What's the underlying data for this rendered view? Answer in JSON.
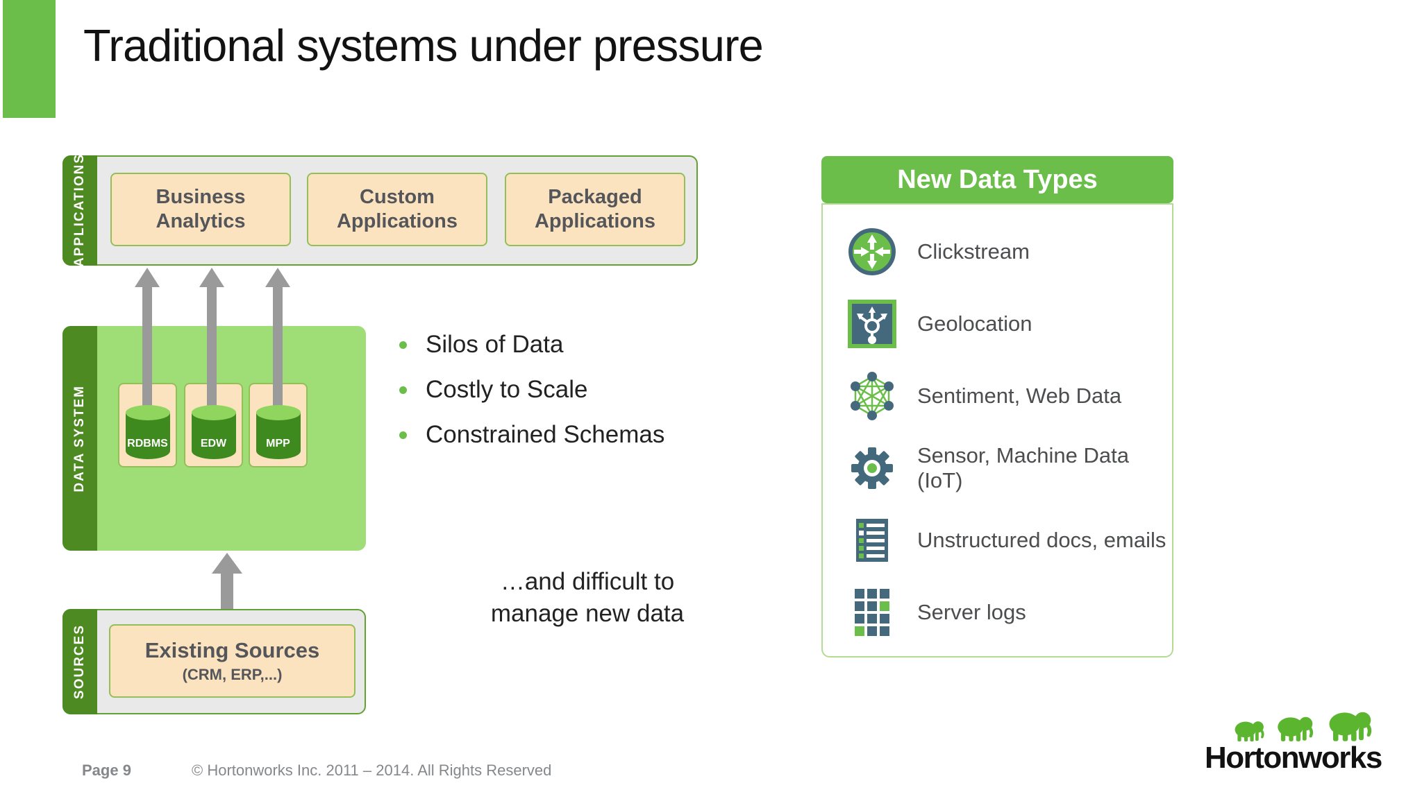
{
  "slide": {
    "title": "Traditional systems under pressure",
    "footer": {
      "page_label": "Page 9",
      "copyright": "© Hortonworks Inc. 2011 – 2014. All Rights Reserved"
    },
    "logo_text": "Hortonworks"
  },
  "colors": {
    "accent_green": "#6CBE4B",
    "dark_green": "#4E8A22",
    "light_green": "#9FDD76",
    "panel_border_green": "#B2DB93",
    "box_border_green": "#94BE58",
    "container_border_green": "#61A233",
    "cream": "#FCE3C0",
    "container_gray": "#E9E9E9",
    "arrow_gray": "#9A9A9A",
    "slate": "#44697C",
    "cylinder_dark": "#3E8A1E",
    "cylinder_light": "#8FD55E",
    "text_dark": "#55565A",
    "footer_gray": "#85878A"
  },
  "stack": {
    "applications": {
      "label": "APPLICATIONS",
      "boxes": [
        "Business Analytics",
        "Custom Applications",
        "Packaged Applications"
      ]
    },
    "data_system": {
      "label": "DATA SYSTEM",
      "databases": [
        "RDBMS",
        "EDW",
        "MPP"
      ]
    },
    "sources": {
      "label": "SOURCES",
      "box_title": "Existing Sources",
      "box_subtitle": "(CRM, ERP,...)"
    }
  },
  "bullets": [
    "Silos of Data",
    "Costly to Scale",
    "Constrained Schemas"
  ],
  "callout": {
    "line1": "…and difficult to",
    "line2": "manage new data"
  },
  "new_data_types": {
    "title": "New Data Types",
    "items": [
      {
        "icon": "clickstream-router-icon",
        "label": "Clickstream"
      },
      {
        "icon": "geolocation-branch-icon",
        "label": "Geolocation"
      },
      {
        "icon": "network-graph-icon",
        "label": "Sentiment, Web Data"
      },
      {
        "icon": "gear-icon",
        "label": "Sensor, Machine Data (IoT)"
      },
      {
        "icon": "document-list-icon",
        "label": "Unstructured docs, emails"
      },
      {
        "icon": "grid-icon",
        "label": "Server logs"
      }
    ]
  }
}
